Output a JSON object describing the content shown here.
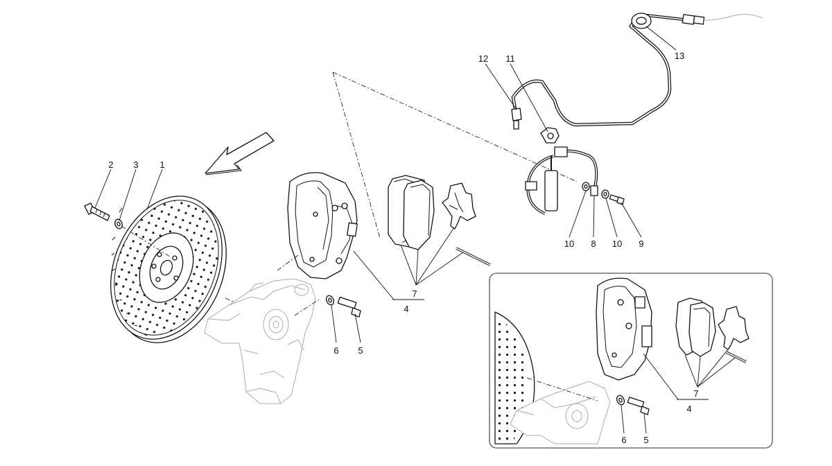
{
  "diagram": {
    "callouts": {
      "disc": "1",
      "screw_disc": "2",
      "washer_disc": "3",
      "caliper_kit": "4",
      "bolt": "5",
      "washer": "6",
      "pads": "7",
      "sensor_clip": "8",
      "screw_sensor": "9",
      "washer_sensor_a": "10",
      "washer_sensor_b": "10",
      "bracket": "11",
      "union": "12",
      "grommet": "13"
    },
    "inset_callouts": {
      "caliper_kit": "4",
      "bolt": "5",
      "washer": "6",
      "pads": "7"
    }
  }
}
